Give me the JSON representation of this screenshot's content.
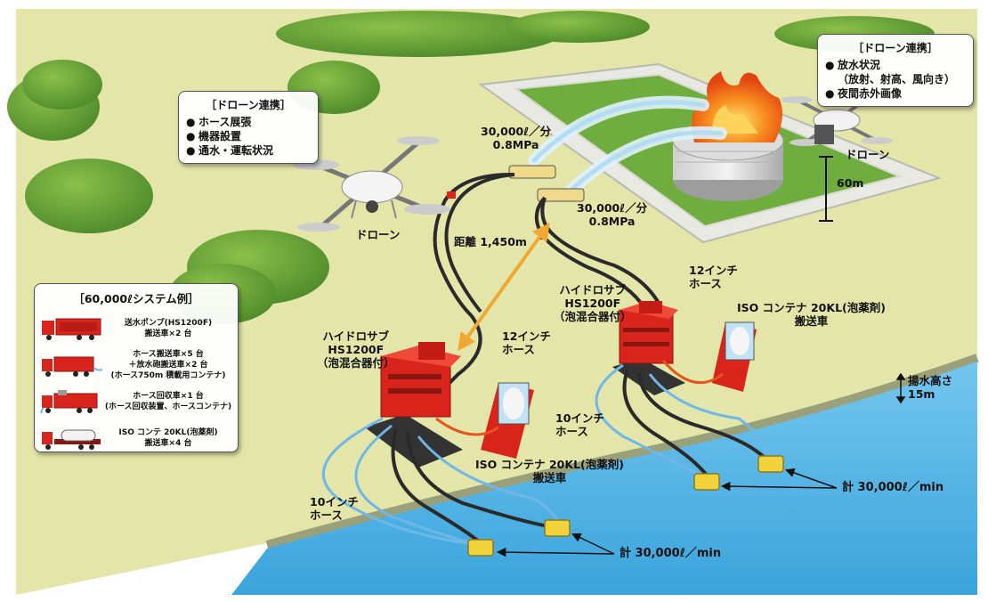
{
  "drone_box_left": {
    "title": "［ドローン連携］",
    "items": [
      "ホース展張",
      "機器設置",
      "通水・運転状況"
    ]
  },
  "drone_box_right": {
    "title": "［ドローン連携］",
    "items": [
      "放水状況",
      "夜間赤外画像"
    ],
    "item0_sub": "（放射、射高、風向き）"
  },
  "labels": {
    "drone_left": "ドローン",
    "drone_right": "ドローン",
    "flow_top_1": "30,000ℓ／分",
    "pressure_top_1": "0.8MPa",
    "flow_top_2": "30,000ℓ／分",
    "pressure_top_2": "0.8MPa",
    "height_tank": "60m",
    "distance": "距離 1,450m",
    "hydro_left_1": "ハイドロサブ",
    "hydro_left_2": "HS1200F",
    "hydro_left_3": "（泡混合器付）",
    "hydro_right_1": "ハイドロサブ",
    "hydro_right_2": "HS1200F",
    "hydro_right_3": "（泡混合器付）",
    "hose12_left_1": "12インチ",
    "hose12_left_2": "ホース",
    "hose12_right_1": "12インチ",
    "hose12_right_2": "ホース",
    "hose10_mid_1": "10インチ",
    "hose10_mid_2": "ホース",
    "hose10_left_1": "10インチ",
    "hose10_left_2": "ホース",
    "iso_right_1": "ISO コンテナ 20KL(泡薬剤)",
    "iso_right_2": "搬送車",
    "iso_mid_1": "ISO コンテナ 20KL(泡薬剤)",
    "iso_mid_2": "搬送車",
    "pump_height_1": "揚水高さ",
    "pump_height_2": "15m",
    "total_right": "計 30,000ℓ／min",
    "total_bottom": "計 30,000ℓ／min"
  },
  "legend": {
    "title": "［60,000ℓシステム例］",
    "items": [
      {
        "lines": [
          "送水ポンプ(HS1200F)",
          "搬送車×2 台"
        ]
      },
      {
        "lines": [
          "ホース搬送車×5 台",
          "＋放水砲搬送車×2 台",
          "(ホース750m 積載用コンテナ)"
        ]
      },
      {
        "lines": [
          "ホース回収車×1 台",
          "(ホース回収装置、ホースコンテナ)"
        ]
      },
      {
        "lines": [
          "ISO コンテ 20KL(泡薬剤)",
          "搬送車×4 台"
        ]
      }
    ]
  },
  "colors": {
    "ground": "#e3e6a8",
    "water": "#5bb8e6",
    "grass": "#6cae3c",
    "truck_red": "#d9241c",
    "hose_black": "#2a2a2a",
    "hose_orange": "#e8541e",
    "hose_blue": "#6fb7e8",
    "distance_arrow": "#f0a830",
    "fire": "#f26a1b"
  }
}
